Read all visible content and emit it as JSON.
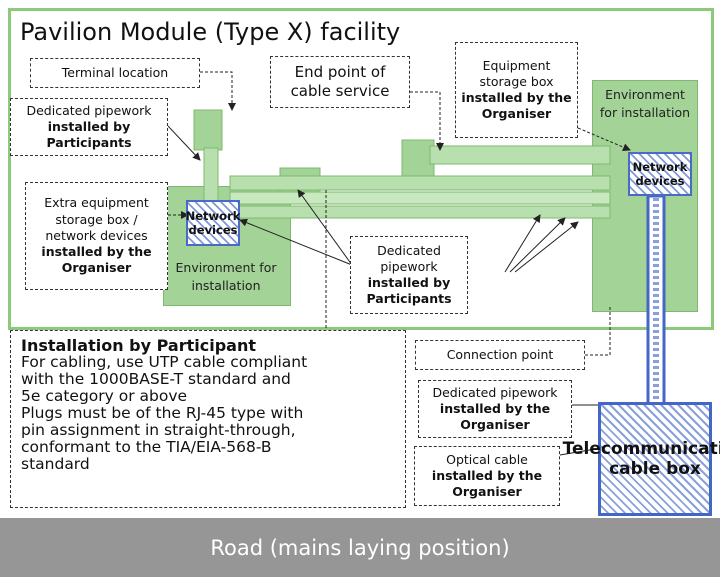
{
  "title": "Pavilion Module (Type X) facility",
  "left_zone": {
    "label": "Environment for installation"
  },
  "right_zone": {
    "label": "Environment for installation"
  },
  "network_devices_label": "Network devices",
  "labels": {
    "terminal_location": "Terminal location",
    "end_point": "End point of cable service",
    "equipment_box": {
      "text": "Equipment storage box",
      "bold": "installed by the Organiser"
    },
    "dedicated_pipework_participants_top": {
      "text": "Dedicated pipework",
      "bold": "installed by Participants"
    },
    "extra_equipment": {
      "text": "Extra equipment storage box / network devices",
      "bold": "installed by the Organiser"
    },
    "dedicated_pipework_participants_mid": {
      "text": "Dedicated pipework",
      "bold": "installed by Participants"
    },
    "connection_point": "Connection point",
    "dedicated_pipework_organiser": {
      "text": "Dedicated pipework",
      "bold": "installed by the Organiser"
    },
    "optical_cable": {
      "text": "Optical cable",
      "bold": "installed by the Organiser"
    }
  },
  "installation": {
    "heading": "Installation by Participant",
    "lines": [
      "For cabling, use UTP cable compliant",
      "with the 1000BASE-T standard and",
      "5e category or above",
      "Plugs must be of the RJ-45 type with",
      "pin assignment in straight-through,",
      "conformant to the TIA/EIA-568-B",
      "standard"
    ]
  },
  "telecom_box": "Telecommunication cable box",
  "road": "Road (mains laying position)",
  "colors": {
    "zone_green": "#a3d396",
    "frame_green": "#8dc97b",
    "device_blue": "#4a6ac8",
    "road_gray": "#969696"
  }
}
